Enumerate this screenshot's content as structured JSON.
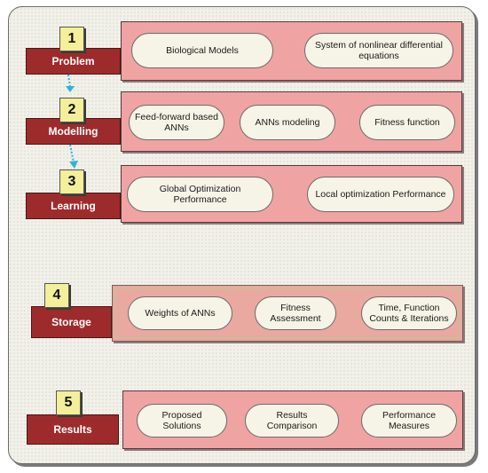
{
  "steps": [
    {
      "number": "1",
      "label": "Problem",
      "items": [
        "Biological Models",
        "System of nonlinear differential\nequations"
      ]
    },
    {
      "number": "2",
      "label": "Modelling",
      "items": [
        "Feed-forward based\nANNs",
        "ANNs modeling",
        "Fitness function"
      ]
    },
    {
      "number": "3",
      "label": "Learning",
      "items": [
        "Global Optimization Performance",
        "Local optimization Performance"
      ]
    },
    {
      "number": "4",
      "label": "Storage",
      "items": [
        "Weights of ANNs",
        "Fitness\nAssessment",
        "Time, Function\nCounts & Iterations"
      ]
    },
    {
      "number": "5",
      "label": "Results",
      "items": [
        "Proposed Solutions",
        "Results Comparison",
        "Performance\nMeasures"
      ]
    }
  ],
  "colors": {
    "label_bg": "#9e2b2b",
    "panel_bg": "#f0a3a3",
    "badge_bg": "#f3ef9a",
    "pill_bg": "#f6f4e6",
    "arrow": "#2bb5d6"
  }
}
